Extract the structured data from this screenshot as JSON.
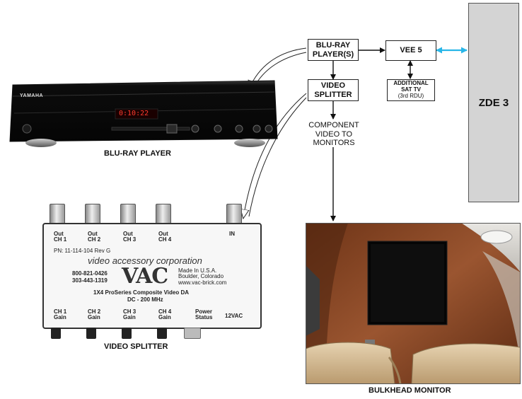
{
  "boxes": {
    "bluray_players": [
      "BLU-RAY",
      "PLAYER(S)"
    ],
    "vee5": "VEE 5",
    "splitter": [
      "VIDEO",
      "SPLITTER"
    ],
    "sat_tv": [
      "ADDITIONAL",
      "SAT TV",
      "(3rd RDU)"
    ],
    "zde3": "ZDE 3"
  },
  "notes": {
    "component": [
      "COMPONENT",
      "VIDEO TO",
      "MONITORS"
    ]
  },
  "captions": {
    "bluray": "BLU-RAY PLAYER",
    "splitter": "VIDEO SPLITTER",
    "monitor": "BULKHEAD MONITOR"
  },
  "device_bluray": {
    "brand": "YAMAHA",
    "display": "0:10:22"
  },
  "device_splitter": {
    "outs": [
      [
        "Out",
        "CH 1"
      ],
      [
        "Out",
        "CH 2"
      ],
      [
        "Out",
        "CH 3"
      ],
      [
        "Out",
        "CH 4"
      ]
    ],
    "in_label": "IN",
    "pn": "PN:  11-114-104 Rev G",
    "company": "video accessory corporation",
    "phone1": "800-821-0426",
    "phone2": "303-443-1319",
    "logo": "VAC",
    "made": [
      "Made In U.S.A.",
      "Boulder, Colorado",
      "www.vac-brick.com"
    ],
    "model": "1X4 ProSeries Composite Video DA",
    "spec": "DC - 200 MHz",
    "gains": [
      [
        "CH 1",
        "Gain"
      ],
      [
        "CH 2",
        "Gain"
      ],
      [
        "CH 3",
        "Gain"
      ],
      [
        "CH 4",
        "Gain"
      ]
    ],
    "power": [
      "Power",
      "Status"
    ],
    "vac12": "12VAC"
  },
  "colors": {
    "link_cyan": "#29b6e8",
    "zde_fill": "#d4d4d4"
  }
}
